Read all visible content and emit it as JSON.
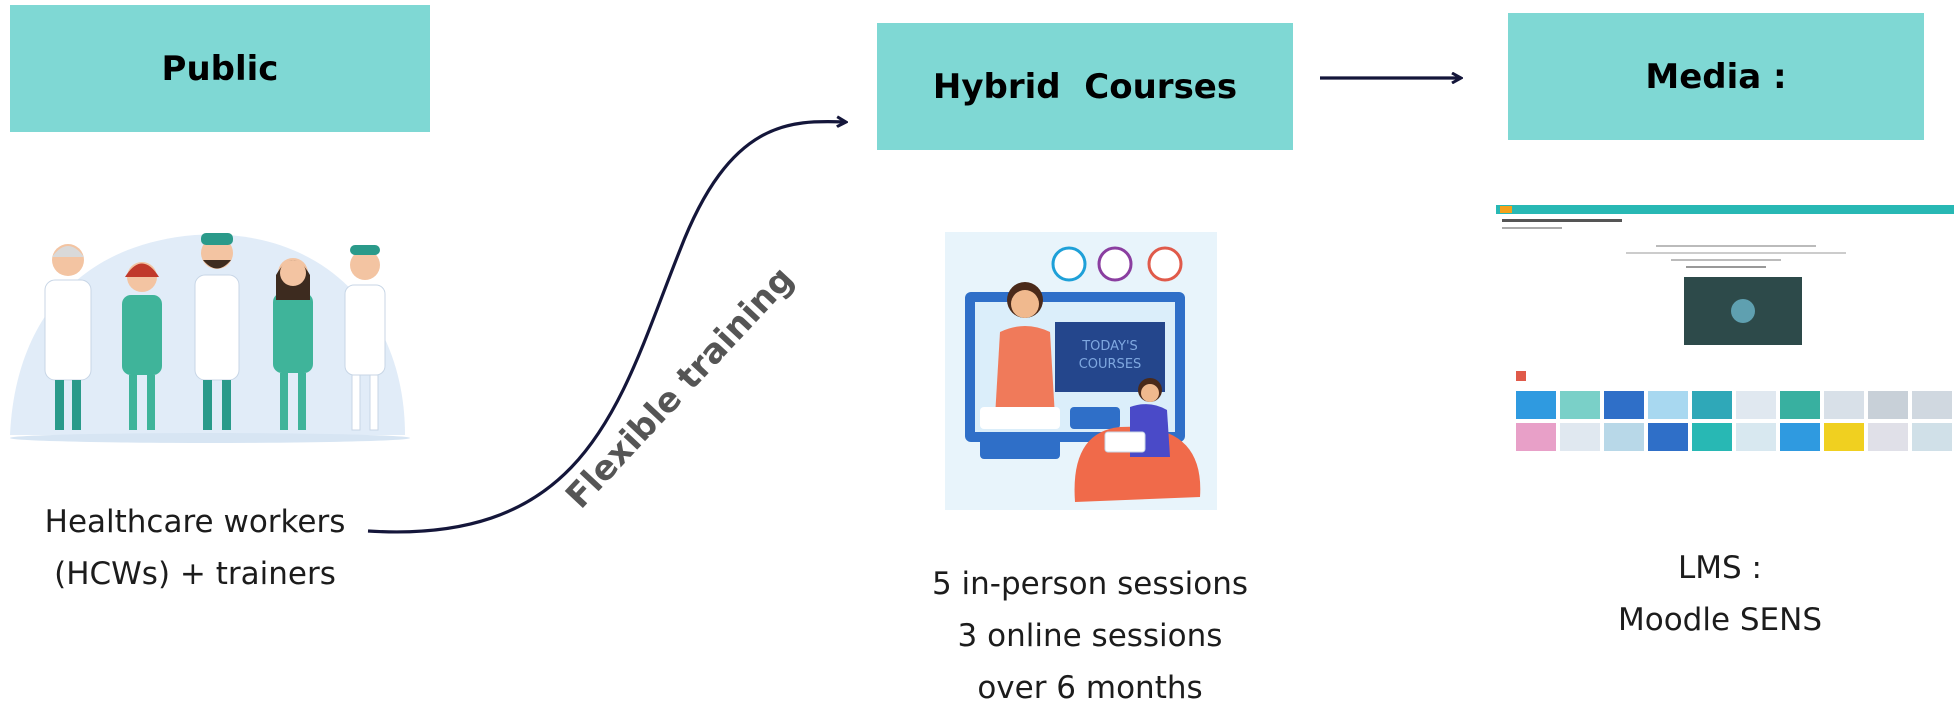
{
  "boxes": {
    "public": "Public",
    "hybrid": "Hybrid  Courses",
    "media": "Media :"
  },
  "connector_label": "Flexible training",
  "captions": {
    "public": [
      "Healthcare workers",
      "(HCWs) + trainers"
    ],
    "hybrid": [
      "5 in-person sessions",
      "3 online sessions",
      "over 6 months"
    ],
    "media": [
      "LMS :",
      "Moodle SENS"
    ]
  },
  "classroom_board": [
    "TODAY'S",
    "COURSES"
  ],
  "colors": {
    "box_fill": "#7fd8d4",
    "connector": "#14163a",
    "label": "#555555",
    "lms_header": "#28b8b4"
  }
}
